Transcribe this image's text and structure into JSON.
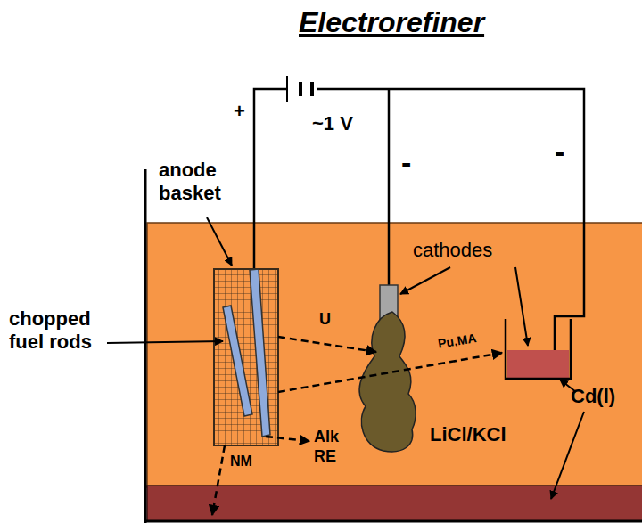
{
  "diagram": {
    "title": "Electrorefiner",
    "labels": [
      "anode basket",
      "chopped fuel rods",
      "cathodes",
      "U",
      "Pu,MA",
      "Alk RE",
      "NM",
      "LiCl/KCl",
      "Cd(l)",
      "+",
      "~1 V",
      "-",
      "-"
    ]
  }
}
